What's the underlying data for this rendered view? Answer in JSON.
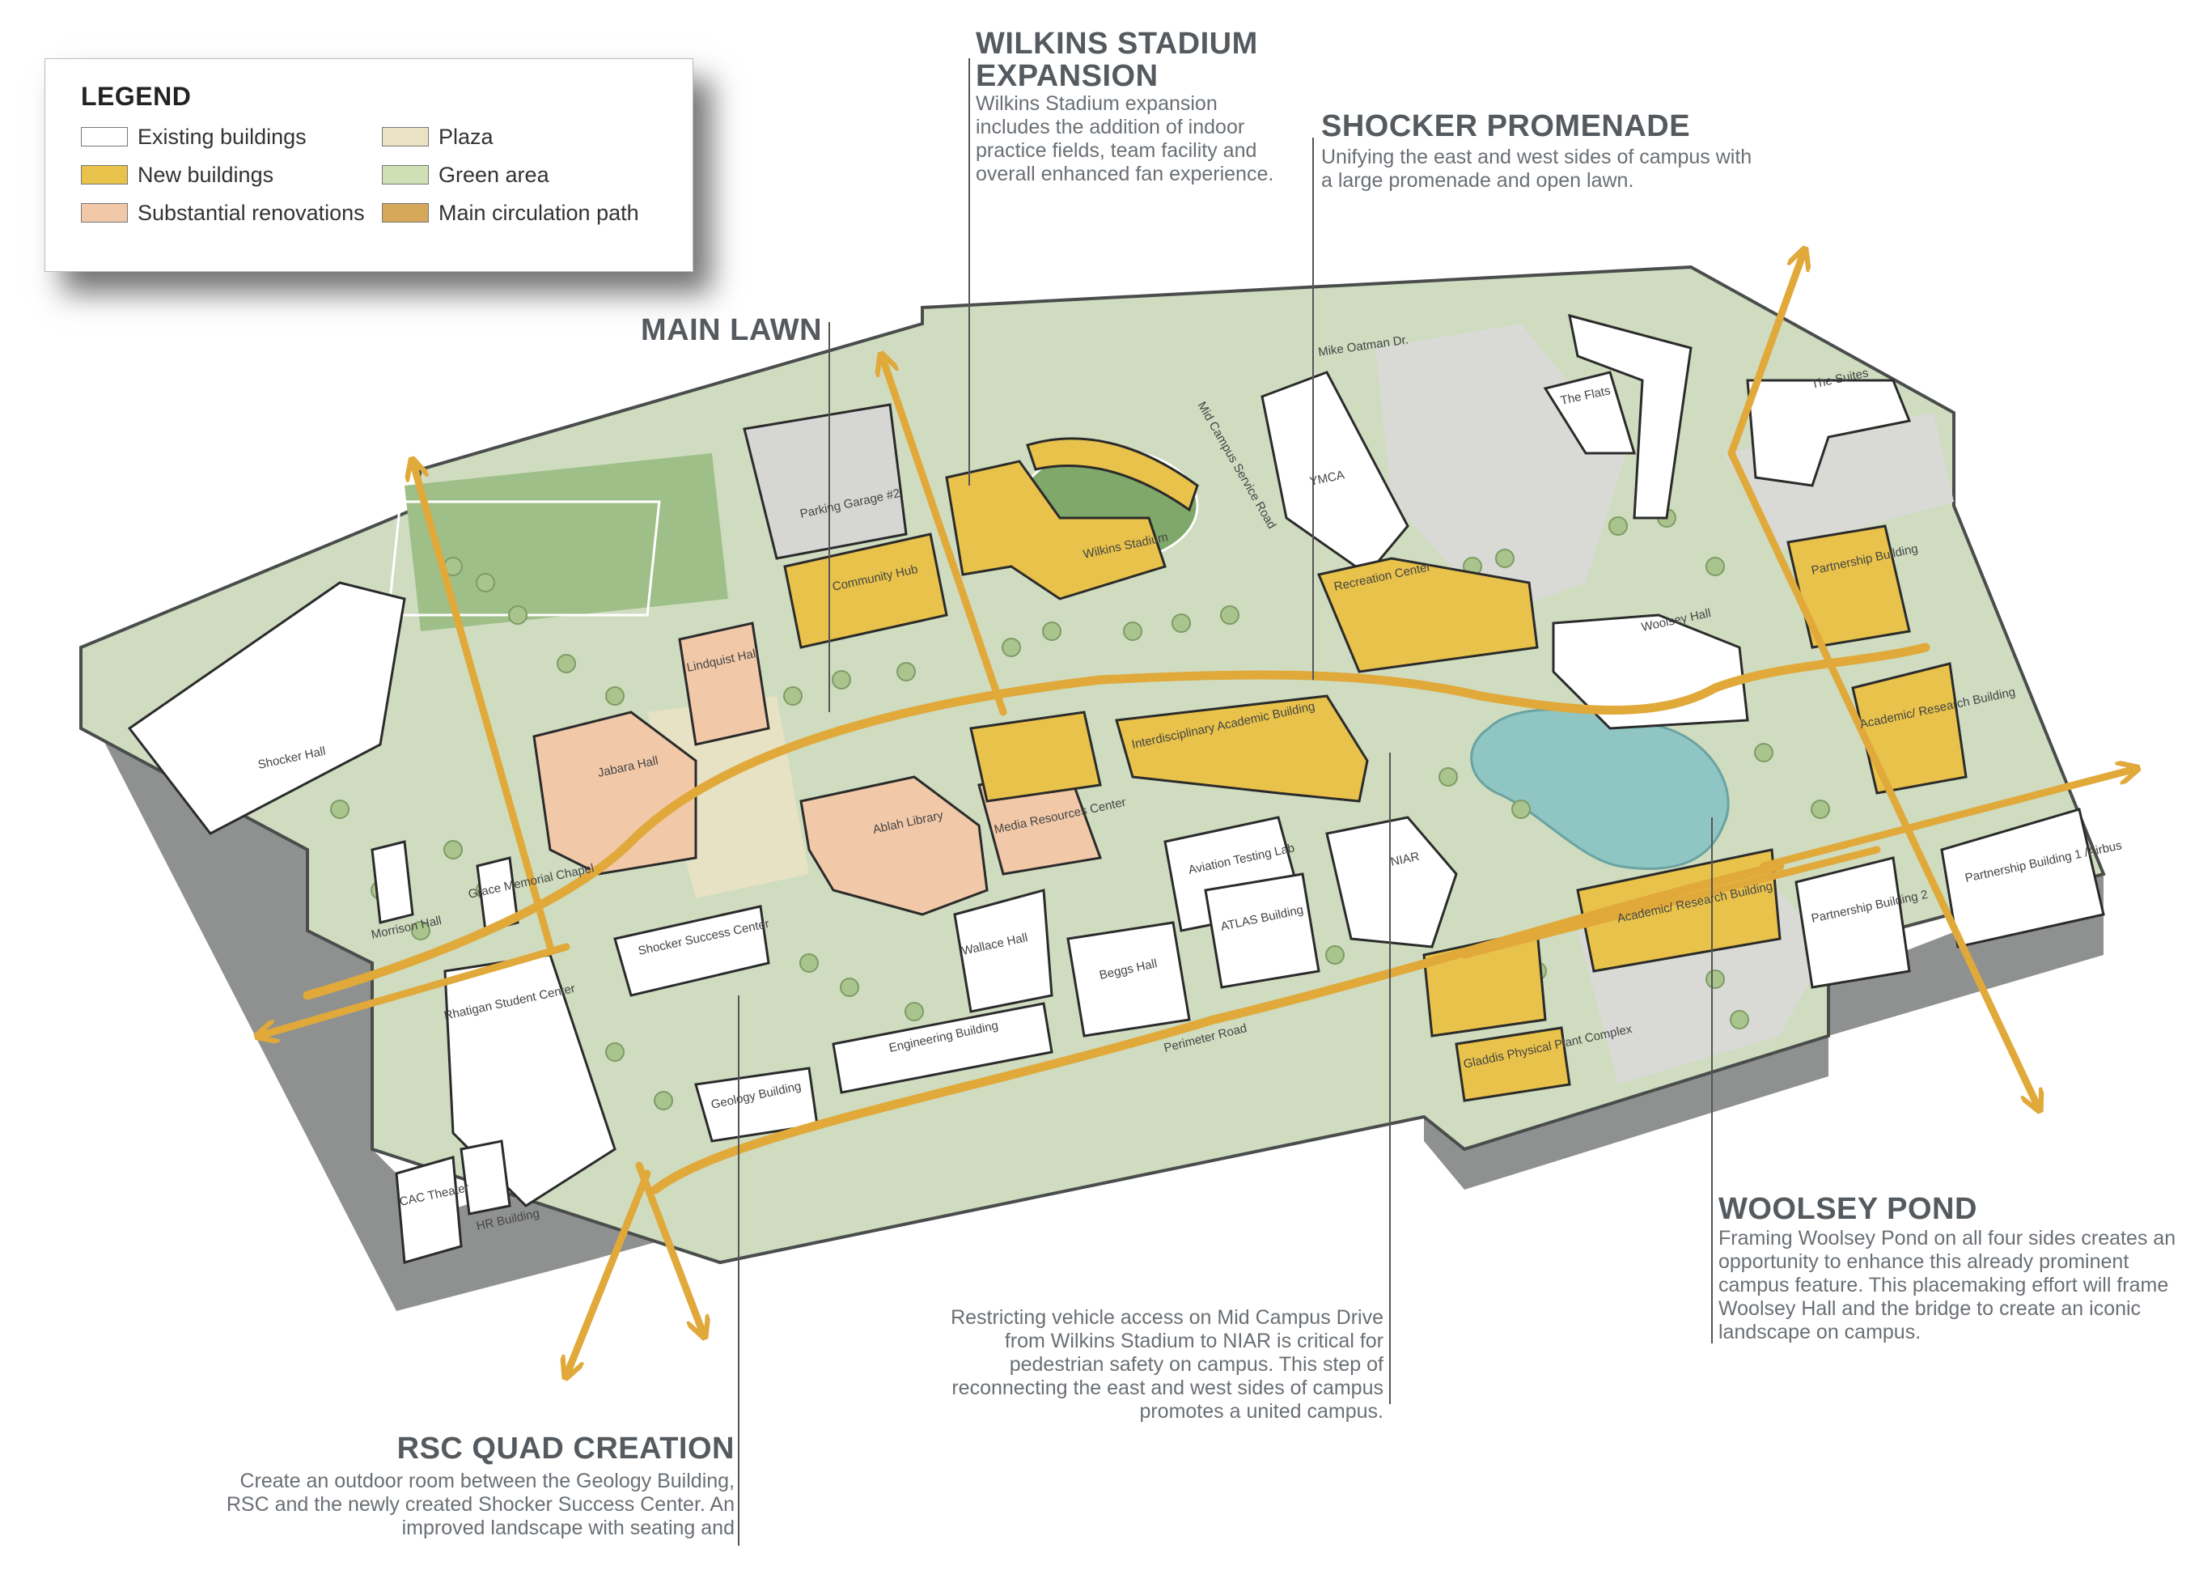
{
  "legend": {
    "title": "LEGEND",
    "items": [
      {
        "label": "Existing buildings",
        "color": "#ffffff"
      },
      {
        "label": "New buildings",
        "color": "#e8c24a"
      },
      {
        "label": "Substantial renovations",
        "color": "#f1c8a8"
      },
      {
        "label": "Plaza",
        "color": "#e9e2c3"
      },
      {
        "label": "Green area",
        "color": "#cfe0b4"
      },
      {
        "label": "Main circulation path",
        "color": "#d6a85a"
      }
    ]
  },
  "colors": {
    "existing": "#ffffff",
    "new": "#e8c24a",
    "renovation": "#f1c8a8",
    "plaza": "#e9e2c3",
    "green": "#cfe0b4",
    "path": "#e0a93a",
    "lot": "#d9d9d6",
    "pond": "#8fc5c3"
  },
  "callouts": {
    "wilkins": {
      "heading": "WILKINS STADIUM\nEXPANSION",
      "text": "Wilkins Stadium expansion includes the addition of indoor practice fields, team facility and overall enhanced fan experience."
    },
    "promenade": {
      "heading": "SHOCKER PROMENADE",
      "text": "Unifying the east and west sides of campus with a large promenade and open lawn."
    },
    "main_lawn": {
      "heading": "MAIN LAWN"
    },
    "woolsey_pond": {
      "heading": "WOOLSEY POND",
      "text": "Framing Woolsey Pond on all four sides creates an opportunity to enhance this already prominent campus feature. This placemaking effort will frame Woolsey Hall and the bridge to create an iconic landscape on campus."
    },
    "mid_campus": {
      "text": "Restricting vehicle access on Mid Campus Drive from Wilkins Stadium to NIAR is critical for pedestrian safety on campus. This step of reconnecting the east and west sides of campus promotes a united campus."
    },
    "rsc_quad": {
      "heading": "RSC QUAD CREATION",
      "text": "Create an outdoor room between the Geology Building, RSC and the newly created Shocker Success Center. An improved landscape with seating and"
    }
  },
  "map_labels": {
    "parking_garage": "Parking Garage #2",
    "community_hub": "Community Hub",
    "lindquist": "Lindquist Hall",
    "wilkins_stadium": "Wilkins Stadium",
    "ymca": "YMCA",
    "the_flats": "The Flats",
    "the_suites": "The Suites",
    "recreation_center": "Recreation Center",
    "woolsey_hall": "Woolsey Hall",
    "partnership_building": "Partnership Building",
    "academic_research_1": "Academic/ Research Building",
    "jabara": "Jabara Hall",
    "shocker_hall": "Shocker Hall",
    "interdisciplinary": "Interdisciplinary Academic Building",
    "ablah": "Ablah Library",
    "media_resources": "Media Resources Center",
    "aviation_testing": "Aviation Testing Lab",
    "atlas": "ATLAS Building",
    "niar": "NIAR",
    "partnership_1": "Partnership Building 1 /Airbus",
    "partnership_2": "Partnership Building 2",
    "academic_research_2": "Academic/ Research Building",
    "wallace": "Wallace Hall",
    "beggs": "Beggs Hall",
    "shocker_success": "Shocker Success Center",
    "morrison": "Morrison Hall",
    "grace": "Grace Memorial Chapel",
    "rhatigan": "Rhatigan Student Center",
    "engineering": "Engineering Building",
    "geology": "Geology Building",
    "cac": "CAC Theater",
    "hr": "HR Building",
    "gladdis": "Gladdis Physical Plant Complex",
    "mike_oatman": "Mike Oatman Dr.",
    "mid_campus_road": "Mid Campus Service Road",
    "perimeter_road": "Perimeter Road"
  }
}
